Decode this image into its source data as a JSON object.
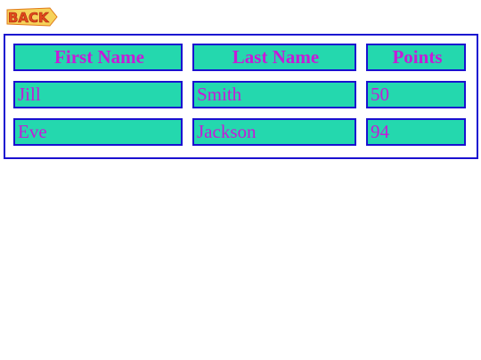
{
  "logo": {
    "text": "BACK",
    "colors": {
      "fill": "#f2b01e",
      "stroke": "#c8321a"
    }
  },
  "table": {
    "columns": [
      "First Name",
      "Last Name",
      "Points"
    ],
    "rows": [
      [
        "Jill",
        "Smith",
        "50"
      ],
      [
        "Eve",
        "Jackson",
        "94"
      ]
    ]
  },
  "colors": {
    "cell_bg": "#24d8ae",
    "border": "#1a10d0",
    "text": "#c51bd8"
  }
}
